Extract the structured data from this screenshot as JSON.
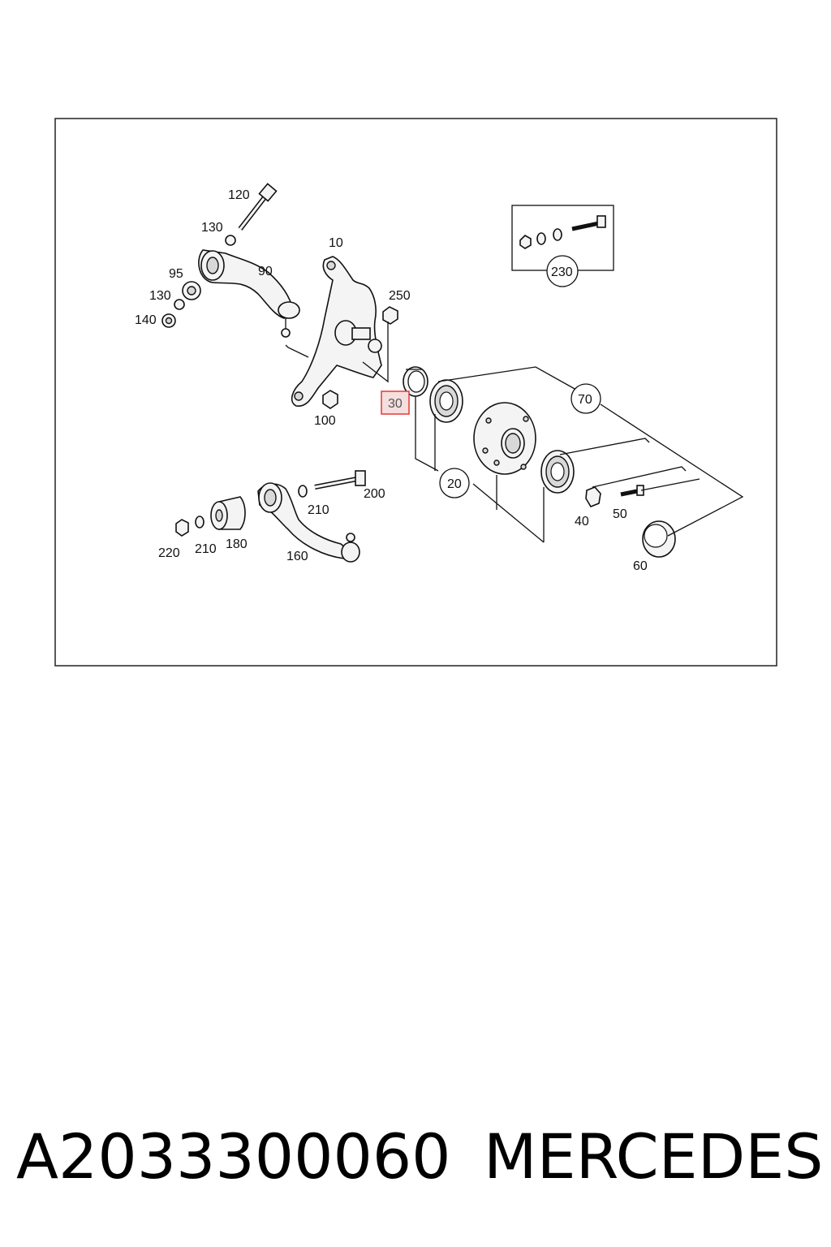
{
  "diagram": {
    "callouts": [
      "120",
      "130",
      "95",
      "130",
      "140",
      "90",
      "10",
      "250",
      "100",
      "30",
      "70",
      "230",
      "20",
      "200",
      "210",
      "220",
      "210",
      "180",
      "160",
      "40",
      "50",
      "60"
    ],
    "highlighted_callout": "30",
    "highlight_color": "#e53935"
  },
  "caption": {
    "part_number": "A2033300060",
    "brand": "MERCEDES"
  }
}
